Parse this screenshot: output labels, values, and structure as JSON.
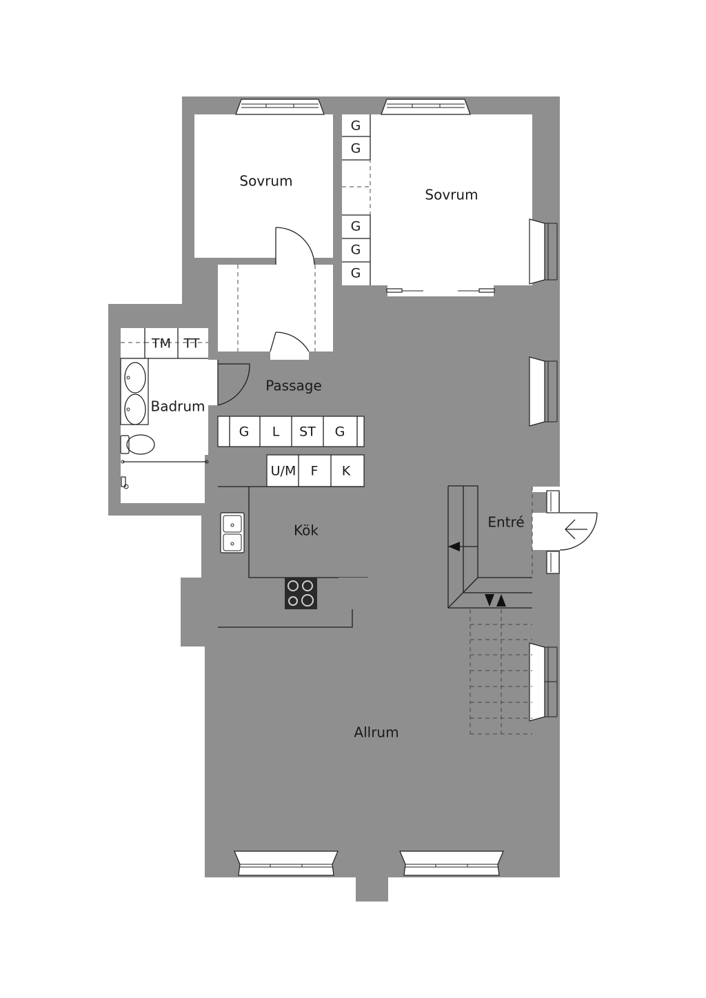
{
  "rooms": {
    "bedroom_small": "Sovrum",
    "bedroom_large": "Sovrum",
    "passage": "Passage",
    "bathroom": "Badrum",
    "kitchen": "Kök",
    "entrance": "Entré",
    "living": "Allrum"
  },
  "fixtures": {
    "wardrobe_g": "G",
    "bath_tm": "TM",
    "bath_tt": "TT",
    "passage_cabinets": [
      "G",
      "L",
      "ST",
      "G"
    ],
    "kitchen_um": "U/M",
    "kitchen_f": "F",
    "kitchen_k": "K"
  },
  "colors": {
    "wall": "#8f8f8f",
    "line": "#1f1f1f",
    "background": "#ffffff"
  }
}
